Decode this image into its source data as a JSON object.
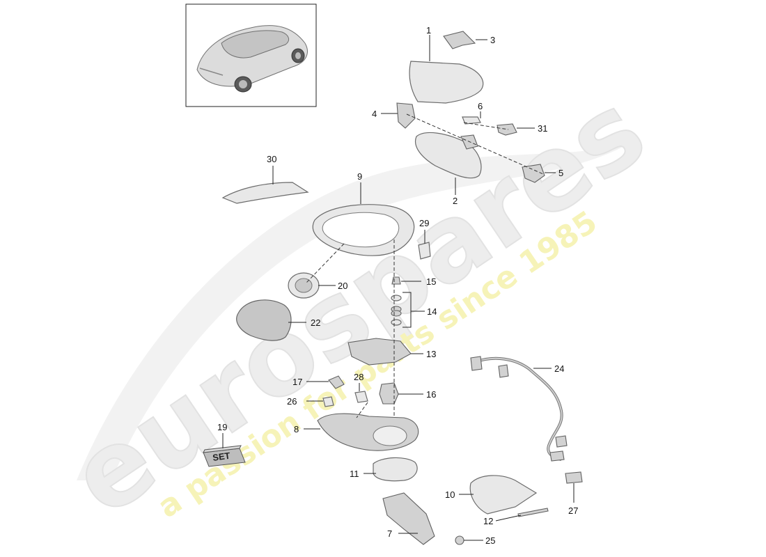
{
  "watermark": {
    "brand": "eurospares",
    "tagline": "a passion for parts since 1985"
  },
  "set_label": "SET",
  "callouts": [
    {
      "id": "1",
      "label": "1"
    },
    {
      "id": "2",
      "label": "2"
    },
    {
      "id": "3",
      "label": "3"
    },
    {
      "id": "4",
      "label": "4"
    },
    {
      "id": "5",
      "label": "5"
    },
    {
      "id": "6",
      "label": "6"
    },
    {
      "id": "7",
      "label": "7"
    },
    {
      "id": "8",
      "label": "8"
    },
    {
      "id": "9",
      "label": "9"
    },
    {
      "id": "10",
      "label": "10"
    },
    {
      "id": "11",
      "label": "11"
    },
    {
      "id": "12",
      "label": "12"
    },
    {
      "id": "13",
      "label": "13"
    },
    {
      "id": "14",
      "label": "14"
    },
    {
      "id": "15",
      "label": "15"
    },
    {
      "id": "16",
      "label": "16"
    },
    {
      "id": "17",
      "label": "17"
    },
    {
      "id": "19",
      "label": "19"
    },
    {
      "id": "20",
      "label": "20"
    },
    {
      "id": "22",
      "label": "22"
    },
    {
      "id": "24",
      "label": "24"
    },
    {
      "id": "25",
      "label": "25"
    },
    {
      "id": "26",
      "label": "26"
    },
    {
      "id": "27",
      "label": "27"
    },
    {
      "id": "28",
      "label": "28"
    },
    {
      "id": "29",
      "label": "29"
    },
    {
      "id": "30",
      "label": "30"
    },
    {
      "id": "31",
      "label": "31"
    }
  ]
}
